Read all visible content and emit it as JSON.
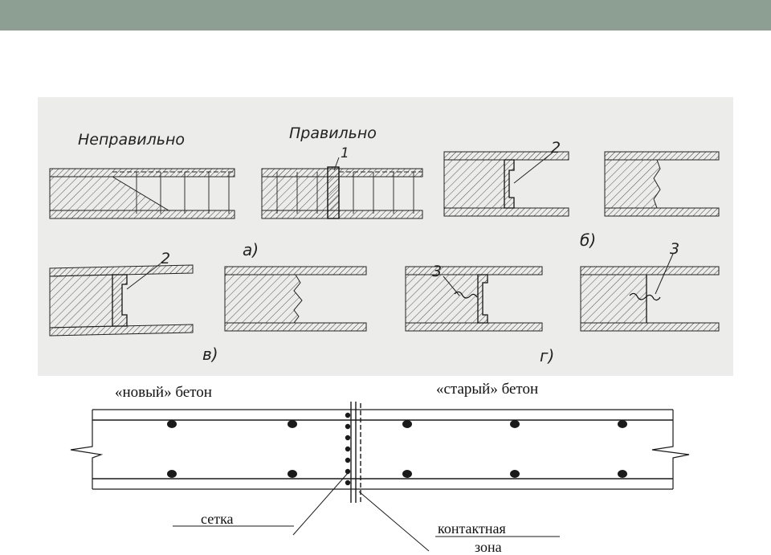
{
  "top_figure": {
    "label_wrong": "Неправильно",
    "label_right": "Правильно",
    "marker_1": "1",
    "marker_2": "2",
    "marker_3": "3",
    "variant_a": "а)",
    "variant_b": "б)",
    "variant_v": "в)",
    "variant_g": "г)"
  },
  "bottom_figure": {
    "new_concrete": "«новый» бетон",
    "old_concrete": "«старый» бетон",
    "mesh": "сетка",
    "contact_zone_line1": "контактная",
    "contact_zone_line2": "зона"
  },
  "colors": {
    "header_bar": "#8d9e93",
    "figure_background": "#ececea",
    "ink": "#1a1a1a"
  }
}
